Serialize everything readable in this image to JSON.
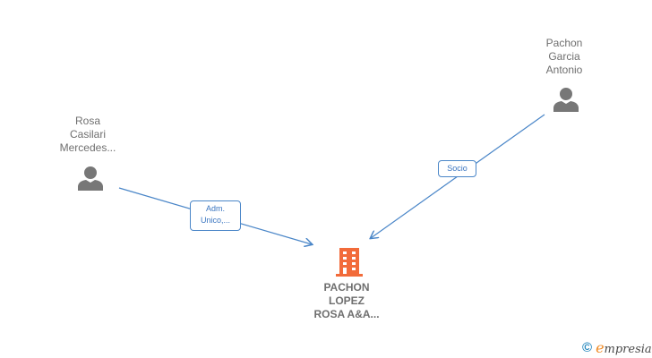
{
  "nodes": {
    "person1": {
      "name_lines": [
        "Rosa",
        "Casilari",
        "Mercedes..."
      ],
      "type": "person"
    },
    "person2": {
      "name_lines": [
        "Pachon",
        "Garcia",
        "Antonio"
      ],
      "type": "person"
    },
    "company": {
      "name_lines": [
        "PACHON",
        "LOPEZ",
        "ROSA A&A..."
      ],
      "type": "company"
    }
  },
  "edges": [
    {
      "from": "person1",
      "to": "company",
      "label_lines": [
        "Adm.",
        "Unico,..."
      ]
    },
    {
      "from": "person2",
      "to": "company",
      "label_lines": [
        "Socio"
      ]
    }
  ],
  "footer": {
    "copyright_symbol": "©",
    "brand_initial": "e",
    "brand_rest": "mpresia"
  },
  "colors": {
    "edge": "#4a86c8",
    "company_icon": "#f26b3a",
    "person_icon": "#777777",
    "text": "#6f6f6f"
  }
}
